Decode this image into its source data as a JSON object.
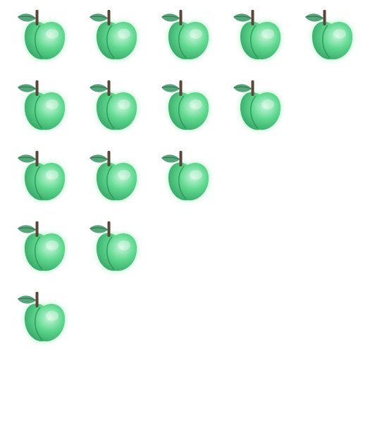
{
  "icon": "green-apple-icon",
  "colors": {
    "body_light": "#c8f7dc",
    "body_mid": "#5fd88f",
    "body_dark": "#2f9e60",
    "crease": "#2b8a55",
    "leaf_light": "#56a47a",
    "leaf_dark": "#2f6e4b",
    "stem": "#5a4636",
    "glow": "#7ef0a6"
  },
  "rows": [
    {
      "count": 5
    },
    {
      "count": 4
    },
    {
      "count": 3
    },
    {
      "count": 2
    },
    {
      "count": 1
    }
  ]
}
